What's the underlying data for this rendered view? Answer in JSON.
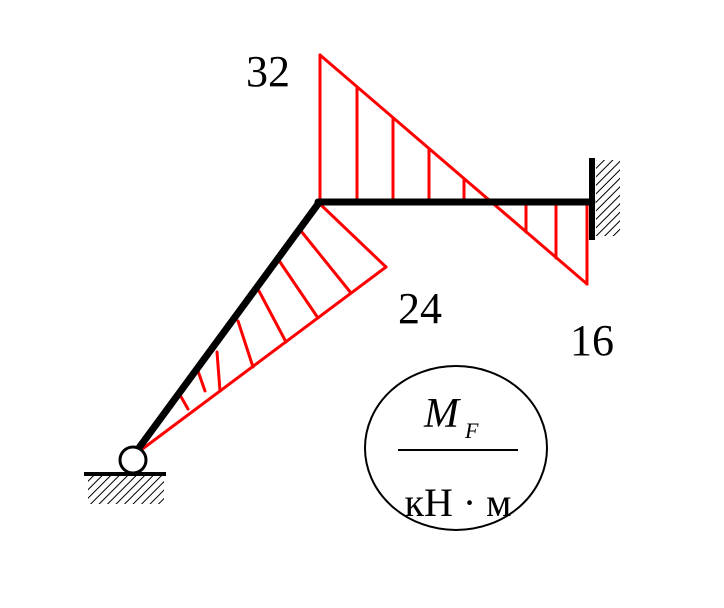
{
  "diagram": {
    "moment_values": {
      "joint_top": "32",
      "inclined_end": "24",
      "fixed_end": "16"
    },
    "legend": {
      "quantity": "M",
      "subscript": "F",
      "unit": "кН · м"
    },
    "colors": {
      "frame": "#000000",
      "moment_diagram": "#ff0000",
      "background": "#ffffff"
    }
  }
}
